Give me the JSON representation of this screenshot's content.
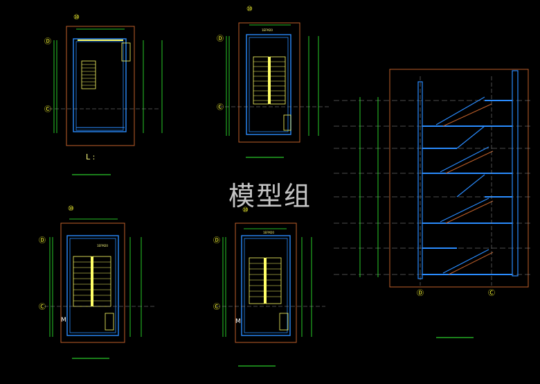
{
  "watermark": "模型组",
  "colors": {
    "background": "#000000",
    "wall": "#2a8cff",
    "dim": "#33ff33",
    "border": "#c0602a",
    "stair": "#ffff66",
    "grid_bubble": "#ffff33",
    "text": "#ffff80"
  },
  "plans": {
    "top_left": {
      "axis_top": "⑩",
      "axis_a": "Ⓓ",
      "axis_b": "Ⓒ",
      "note": "L :"
    },
    "top_middle": {
      "axis_top": "⑩",
      "axis_a": "Ⓓ",
      "axis_b": "Ⓒ",
      "opening": "1EFM20"
    },
    "bottom_left": {
      "axis_top": "⑩",
      "axis_a": "Ⓓ",
      "axis_b": "Ⓒ",
      "opening": "1EFM20",
      "label": "M"
    },
    "bottom_middle": {
      "axis_top": "⑩",
      "axis_a": "Ⓓ",
      "axis_b": "Ⓒ",
      "opening": "1EFM20",
      "label": "M"
    }
  },
  "section": {
    "axis_left": "Ⓓ",
    "axis_right": "Ⓒ"
  }
}
